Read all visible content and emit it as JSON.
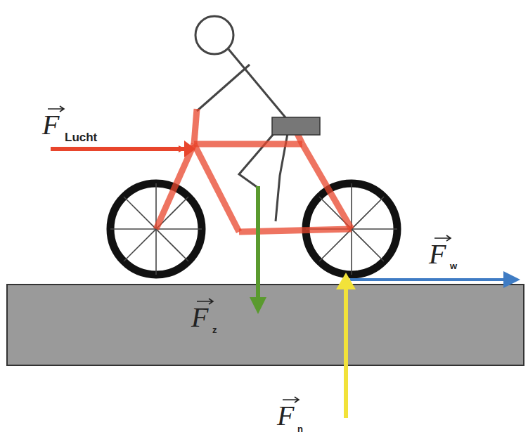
{
  "diagram": {
    "labels": [
      "F",
      "Lucht",
      "F",
      "z",
      "F",
      "w",
      "F",
      "n"
    ]
  }
}
